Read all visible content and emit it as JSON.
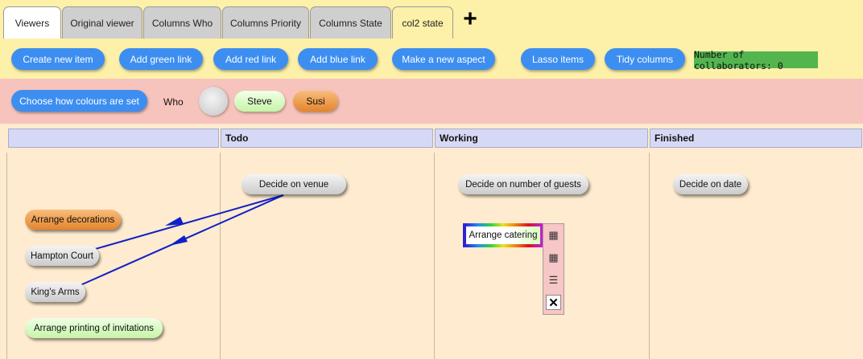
{
  "tabs": [
    {
      "label": "Viewers"
    },
    {
      "label": "Original viewer"
    },
    {
      "label": "Columns Who"
    },
    {
      "label": "Columns Priority"
    },
    {
      "label": "Columns State"
    },
    {
      "label": "col2 state"
    }
  ],
  "add_tab_label": "+",
  "toolbar": {
    "create_new_item": "Create new item",
    "add_green_link": "Add green link",
    "add_red_link": "Add red link",
    "add_blue_link": "Add blue link",
    "make_new_aspect": "Make a new aspect",
    "lasso_items": "Lasso items",
    "tidy_columns": "Tidy columns",
    "collaborators": "Number of collaborators: 0"
  },
  "colours": {
    "choose_button": "Choose how colours are set",
    "who_label": "Who",
    "people": [
      "Steve",
      "Susi"
    ]
  },
  "columns": [
    "",
    "Todo",
    "Working",
    "Finished"
  ],
  "items": {
    "decide_venue": "Decide on venue",
    "decide_guests": "Decide on number of guests",
    "decide_date": "Decide on date",
    "arrange_decorations": "Arrange decorations",
    "hampton_court": "Hampton Court",
    "kings_arms": "King's Arms",
    "arrange_printing": "Arrange printing of invitations",
    "arrange_catering": "Arrange catering"
  },
  "aspect_icons": [
    "aspect-colour-icon",
    "aspect-colour-icon",
    "list-icon",
    "close-icon"
  ],
  "colors": {
    "button": "#3d8ef1",
    "link": "#1020c8",
    "toolbar_bg": "#fdf0a8",
    "colour_bg": "#f7c4bd",
    "board_bg": "#ffebcf"
  }
}
